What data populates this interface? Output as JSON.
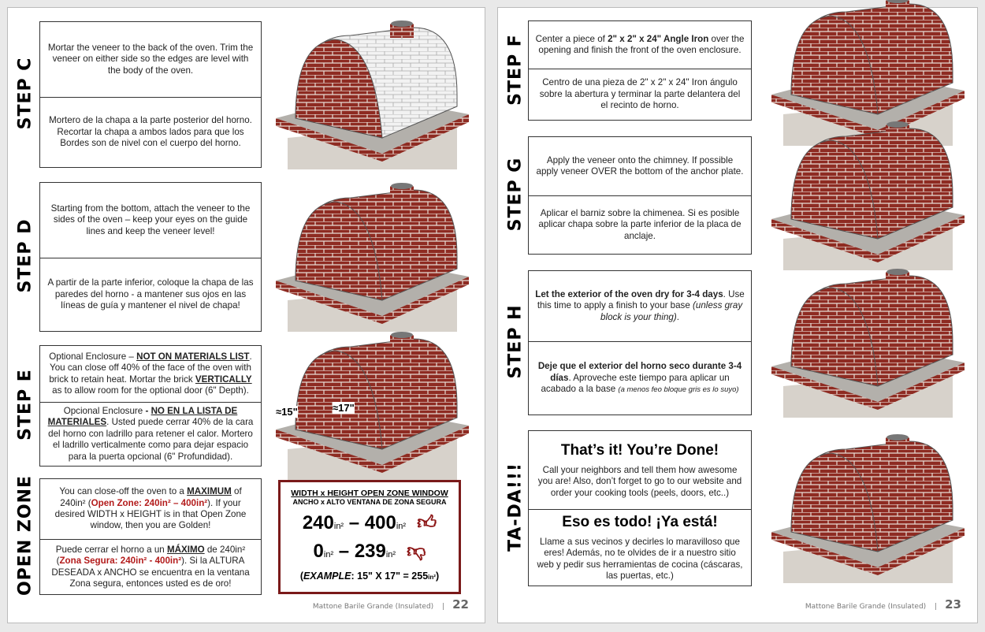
{
  "left_page": {
    "steps": [
      {
        "label": "STEP C",
        "en": [
          {
            "t": "Mortar the veneer to the back of the oven. Trim the veneer on either side so the edges are level with the body of the oven."
          }
        ],
        "es": [
          {
            "t": "Mortero de la chapa a la parte posterior del horno. Recortar la chapa a ambos lados para que los Bordes son de nivel con el cuerpo del horno."
          }
        ]
      },
      {
        "label": "STEP D",
        "en": [
          {
            "t": "Starting from the bottom, attach the veneer to the sides of the oven – keep your eyes on the guide lines and keep the veneer level!"
          }
        ],
        "es": [
          {
            "t": "A partir de la parte inferior, coloque la chapa de las paredes del horno - a mantener sus ojos en las líneas de guía y mantener el nivel de chapa!"
          }
        ]
      },
      {
        "label": "STEP E",
        "en": [
          {
            "t": "Optional Enclosure – "
          },
          {
            "t": "NOT ON MATERIALS LIST",
            "s": "u"
          },
          {
            "t": ". You can close off 40% of the face of the oven with brick to retain heat. Mortar the brick "
          },
          {
            "t": "VERTICALLY",
            "s": "u"
          },
          {
            "t": " as to allow room for the optional door (6\" Depth)."
          }
        ],
        "es": [
          {
            "t": "Opcional Enclosure "
          },
          {
            "t": "- ",
            "s": "b"
          },
          {
            "t": "NO EN LA LISTA DE MATERIALES",
            "s": "u"
          },
          {
            "t": ". Usted puede cerrar 40% de la cara del horno con ladrillo para retener el calor. Mortero el ladrillo verticalmente como para dejar espacio para la puerta opcional (6\" Profundidad)."
          }
        ]
      },
      {
        "label": "OPEN ZONE",
        "en": [
          {
            "t": "You can close-off the oven to a "
          },
          {
            "t": "MAXIMUM",
            "s": "u"
          },
          {
            "t": " of 240in² ("
          },
          {
            "t": "Open Zone:  240in² – 400in²",
            "s": "r"
          },
          {
            "t": ").  If your desired WIDTH x HEIGHT is in that Open Zone window, then you are Golden!"
          }
        ],
        "es": [
          {
            "t": "Puede cerrar el horno a un "
          },
          {
            "t": "MÁXIMO",
            "s": "u"
          },
          {
            "t": " de 240in² ("
          },
          {
            "t": "Zona Segura: 240in² - 400in²",
            "s": "r"
          },
          {
            "t": "). Si la ALTURA DESEADA x ANCHO se encuentra en la ventana Zona segura, entonces usted es de oro!"
          }
        ]
      }
    ],
    "dims": {
      "w": "≈15\"",
      "h": "≈17\""
    },
    "zone_box": {
      "title": "WIDTH x HEIGHT OPEN ZONE WINDOW",
      "subtitle": "ANCHO x ALTO VENTANA DE ZONA SEGURA",
      "good": {
        "from": "240",
        "to": "400",
        "unit": "in²",
        "icon": "thumbs-up-icon"
      },
      "bad": {
        "from": "0",
        "to": "239",
        "unit": "in²",
        "icon": "thumbs-down-icon"
      },
      "example_label": "EXAMPLE",
      "example": ":  15\" X 17\" = 255",
      "example_unit": "in²"
    },
    "footer": {
      "title": "Mattone Barile Grande (Insulated)",
      "sep": "|",
      "page": "22"
    }
  },
  "right_page": {
    "steps": [
      {
        "label": "STEP F",
        "en": [
          {
            "t": "Center a piece of "
          },
          {
            "t": "2\" x 2\" x 24\" Angle Iron",
            "s": "b"
          },
          {
            "t": " over the opening and finish the front of the oven enclosure."
          }
        ],
        "es": [
          {
            "t": "Centro de una pieza de 2\" x 2\" x 24\" Iron ángulo sobre la abertura y terminar la parte delantera del el recinto de horno."
          }
        ]
      },
      {
        "label": "STEP G",
        "en": [
          {
            "t": "Apply the veneer onto the chimney. If possible apply veneer OVER the bottom of the anchor plate."
          }
        ],
        "es": [
          {
            "t": "Aplicar el barniz sobre la chimenea. Si es posible aplicar chapa sobre la parte inferior de la placa de anclaje."
          }
        ]
      },
      {
        "label": "STEP H",
        "en": [
          {
            "t": "Let the exterior of the oven dry for 3-4 days",
            "s": "b"
          },
          {
            "t": ". Use this time to apply a finish to your base "
          },
          {
            "t": "(unless gray block is your thing)",
            "s": "i"
          },
          {
            "t": "."
          }
        ],
        "es": [
          {
            "t": "Deje que el exterior del horno seco durante 3-4 días",
            "s": "b"
          },
          {
            "t": ". Aproveche este tiempo para aplicar un acabado a la base "
          },
          {
            "t": "(a menos feo bloque gris es lo suyo)",
            "s": "si"
          }
        ]
      },
      {
        "label": "TA-DA!!!",
        "en": [
          {
            "t": "That’s it!  You’re Done!",
            "s": "big"
          },
          {
            "t": "Call your neighbors and tell them how awesome you are!  Also, don’t forget to go to our website and order your cooking tools (peels, doors, etc..)"
          }
        ],
        "es": [
          {
            "t": "Eso es todo! ¡Ya está!",
            "s": "big"
          },
          {
            "t": "Llame a sus vecinos y decirles lo maravilloso que eres! Además, no te olvides de ir a nuestro sitio web y pedir sus herramientas de cocina (cáscaras, las puertas, etc.)"
          }
        ]
      }
    ],
    "footer": {
      "title": "Mattone Barile Grande (Insulated)",
      "sep": "|",
      "page": "23"
    }
  },
  "colors": {
    "brick": "#8e2b22",
    "mortar": "#e8e2dc",
    "base": "#c9c5bf",
    "accent": "#7a1a1a",
    "zone_red": "#b31b1b"
  }
}
